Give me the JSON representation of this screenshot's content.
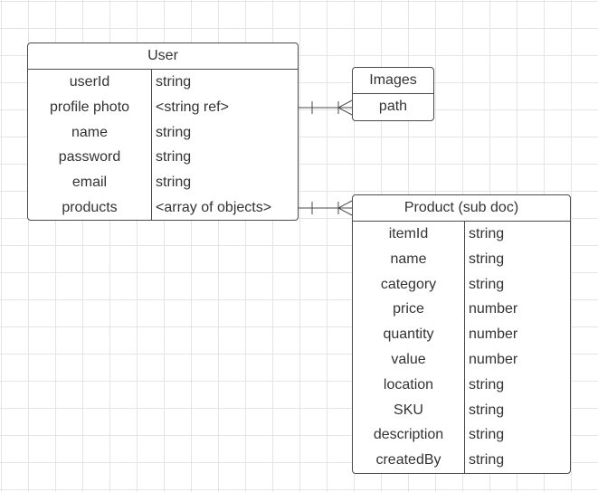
{
  "entities": {
    "user": {
      "title": "User",
      "fields": [
        {
          "name": "userId",
          "type": "string"
        },
        {
          "name": "profile photo",
          "type": "<string ref>"
        },
        {
          "name": "name",
          "type": "string"
        },
        {
          "name": "password",
          "type": "string"
        },
        {
          "name": "email",
          "type": "string"
        },
        {
          "name": "products",
          "type": "<array of objects>"
        }
      ]
    },
    "images": {
      "title": "Images",
      "fields": [
        {
          "name": "path",
          "type": ""
        }
      ]
    },
    "product": {
      "title": "Product (sub doc)",
      "fields": [
        {
          "name": "itemId",
          "type": "string"
        },
        {
          "name": "name",
          "type": "string"
        },
        {
          "name": "category",
          "type": "string"
        },
        {
          "name": "price",
          "type": "number"
        },
        {
          "name": "quantity",
          "type": "number"
        },
        {
          "name": "value",
          "type": "number"
        },
        {
          "name": "location",
          "type": "string"
        },
        {
          "name": "SKU",
          "type": "string"
        },
        {
          "name": "description",
          "type": "string"
        },
        {
          "name": "createdBy",
          "type": "string"
        }
      ]
    }
  },
  "relationships": [
    {
      "from": "User.profile photo",
      "to": "Images",
      "from_end": "one",
      "to_end": "many"
    },
    {
      "from": "User.products",
      "to": "Product (sub doc)",
      "from_end": "one",
      "to_end": "many"
    }
  ],
  "colors": {
    "line": "#4a4a4a",
    "grid": "#e5e5e5",
    "text": "#333333"
  }
}
